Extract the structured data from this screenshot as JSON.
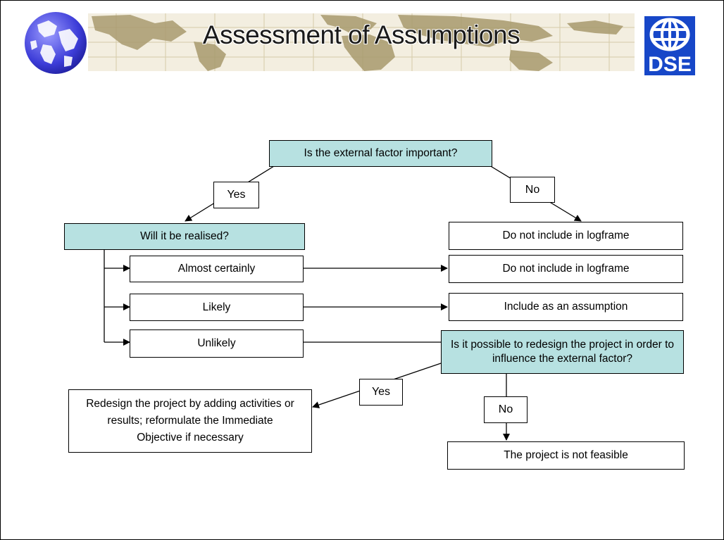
{
  "title": "Assessment of Assumptions",
  "logo_text": "DSE",
  "flowchart": {
    "q_important": "Is the external factor important?",
    "yes_label_1": "Yes",
    "no_label_1": "No",
    "q_realised": "Will it be realised?",
    "exclude_1": "Do not include in logframe",
    "opt_almost": "Almost certainly",
    "exclude_2": "Do not include in logframe",
    "opt_likely": "Likely",
    "include_assumption": "Include as an assumption",
    "opt_unlikely": "Unlikely",
    "q_redesign": "Is it possible to redesign the project in order to influence the external factor?",
    "yes_label_2": "Yes",
    "redesign_action": "Redesign the project by adding activities or results; reformulate the Immediate Objective if necessary",
    "no_label_2": "No",
    "not_feasible": "The project is not feasible"
  },
  "colors": {
    "question_fill": "#b7e1e1",
    "logo_blue": "#1747c8",
    "map_land": "#a89a6e",
    "map_sea": "#f3eee0"
  }
}
